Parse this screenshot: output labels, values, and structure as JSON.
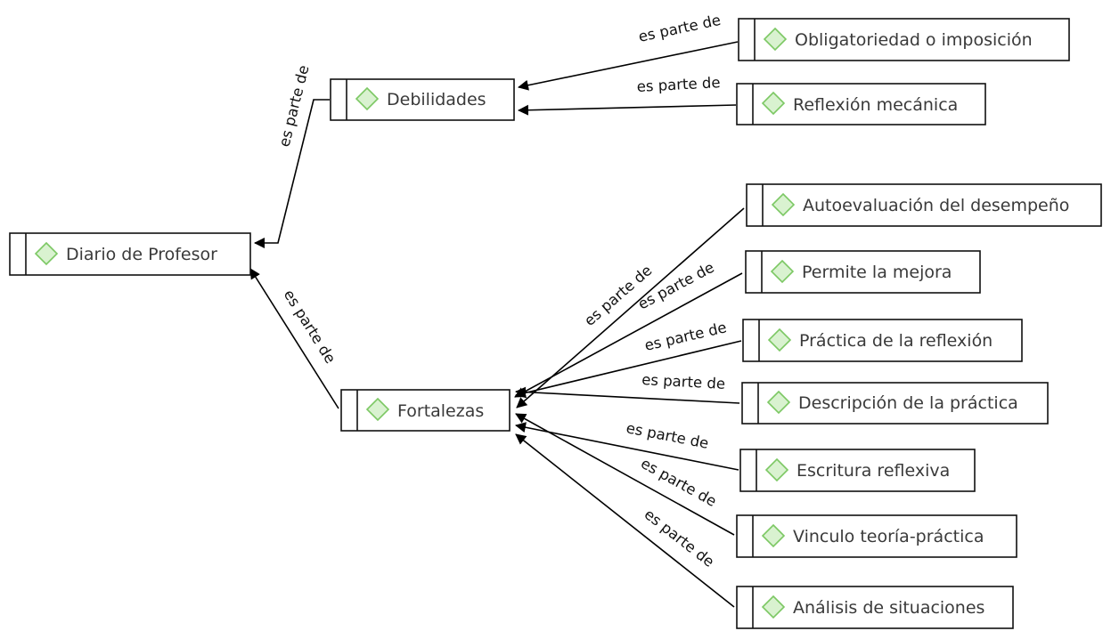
{
  "diagram": {
    "edge_label": "es parte de",
    "nodes": {
      "diario": "Diario de Profesor",
      "debilidades": "Debilidades",
      "fortalezas": "Fortalezas",
      "obligatoriedad": "Obligatoriedad o imposición",
      "reflexion_mecanica": "Reflexión mecánica",
      "autoevaluacion": "Autoevaluación del desempeño",
      "mejora": "Permite la mejora",
      "practica_reflexion": "Práctica de la reflexión",
      "descripcion_practica": "Descripción de la práctica",
      "escritura": "Escritura reflexiva",
      "vinculo": "Vinculo teoría-práctica",
      "analisis": "Análisis de situaciones"
    },
    "edges": [
      {
        "from": "obligatoriedad",
        "to": "debilidades"
      },
      {
        "from": "reflexion_mecanica",
        "to": "debilidades"
      },
      {
        "from": "debilidades",
        "to": "diario"
      },
      {
        "from": "fortalezas",
        "to": "diario"
      },
      {
        "from": "autoevaluacion",
        "to": "fortalezas"
      },
      {
        "from": "mejora",
        "to": "fortalezas"
      },
      {
        "from": "practica_reflexion",
        "to": "fortalezas"
      },
      {
        "from": "descripcion_practica",
        "to": "fortalezas"
      },
      {
        "from": "escritura",
        "to": "fortalezas"
      },
      {
        "from": "vinculo",
        "to": "fortalezas"
      },
      {
        "from": "analisis",
        "to": "fortalezas"
      }
    ],
    "colors": {
      "node_border": "#111111",
      "diamond_fill": "#d9f2d0",
      "diamond_stroke": "#7cc864",
      "label_text": "#3a3a3a",
      "edge": "#000000"
    },
    "icon": "diamond-icon"
  }
}
